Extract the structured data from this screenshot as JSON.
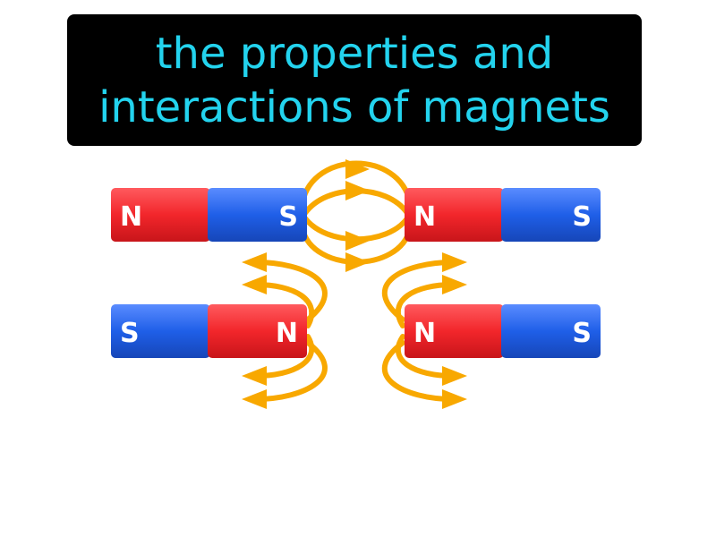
{
  "title": {
    "line1": "the properties and",
    "line2": "interactions of magnets"
  },
  "colors": {
    "title_bg": "#000000",
    "title_text": "#23d3ee",
    "north": "#f2262b",
    "south": "#1f5fe8",
    "field_lines": "#f8a800"
  },
  "magnets": [
    {
      "left_label": "N",
      "right_label": "S",
      "left_color": "north",
      "right_color": "south"
    },
    {
      "left_label": "N",
      "right_label": "S",
      "left_color": "north",
      "right_color": "south"
    },
    {
      "left_label": "S",
      "right_label": "N",
      "left_color": "south",
      "right_color": "north"
    },
    {
      "left_label": "N",
      "right_label": "S",
      "left_color": "north",
      "right_color": "south"
    }
  ]
}
